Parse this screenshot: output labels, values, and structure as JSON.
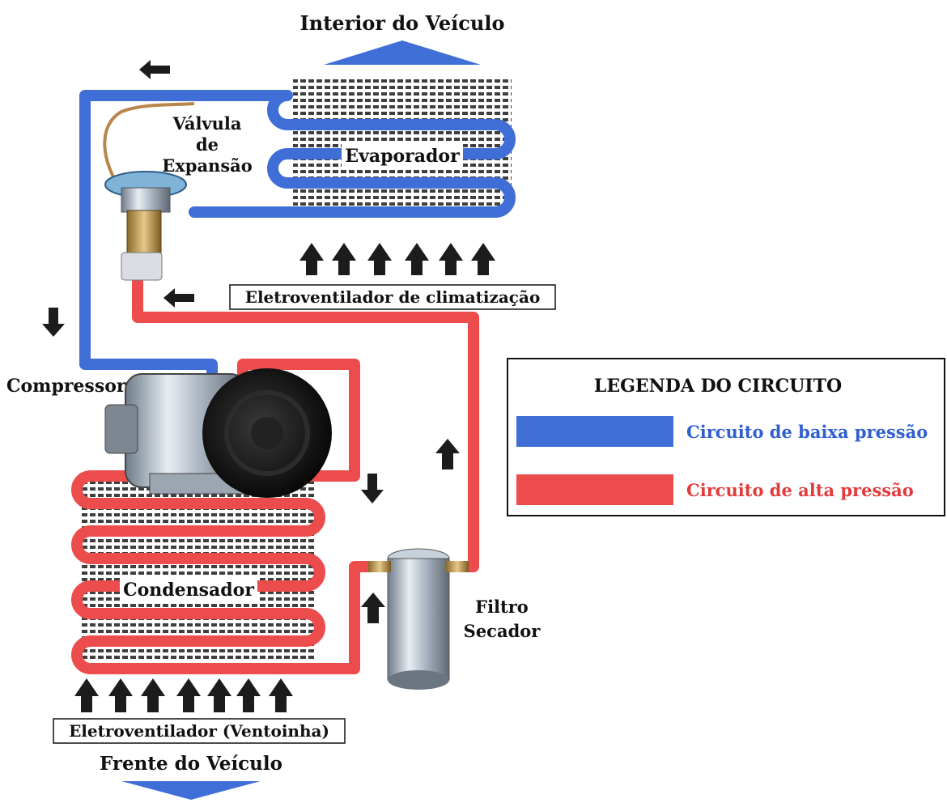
{
  "labels": {
    "interior": "Interior do Veículo",
    "front": "Frente do Veículo",
    "valve_line1": "Válvula",
    "valve_line2": "de",
    "valve_line3": "Expansão",
    "evaporator": "Evaporador",
    "evap_fan": "Eletroventilador de climatização",
    "compressor": "Compressor",
    "condenser": "Condensador",
    "cond_fan": "Eletroventilador (Ventoinha)",
    "filter_line1": "Filtro",
    "filter_line2": "Secador"
  },
  "legend": {
    "title": "LEGENDA DO CIRCUITO",
    "low": "Circuito de baixa pressão",
    "high": "Circuito de alta pressão"
  },
  "colors": {
    "low_pressure": "#3f6fd6",
    "high_pressure": "#ec4c4c",
    "arrow": "#1c1c1c",
    "text": "#111111"
  },
  "icons": {
    "compressor": "compressor-icon",
    "expansion_valve": "expansion-valve-icon",
    "filter_dryer": "filter-dryer-icon"
  }
}
